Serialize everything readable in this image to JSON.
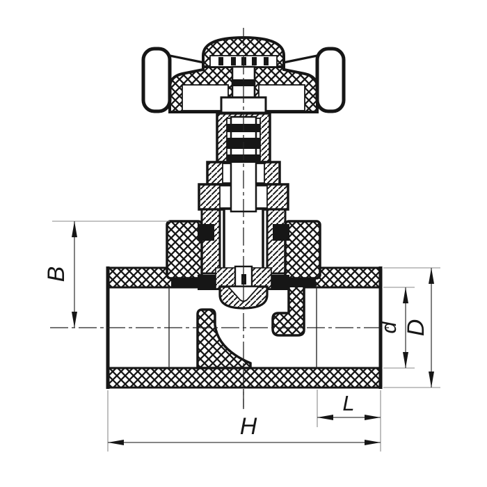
{
  "canvas": {
    "background": "#ffffff",
    "ink": "#161616",
    "dim_line_color": "#3d3d3d",
    "ext_line_color": "#8a8a8a"
  },
  "figure": {
    "kind": "globe-stop-valve-cross-section",
    "labels": {
      "B": "B",
      "d": "d",
      "D": "D",
      "L": "L",
      "H": "H"
    }
  }
}
